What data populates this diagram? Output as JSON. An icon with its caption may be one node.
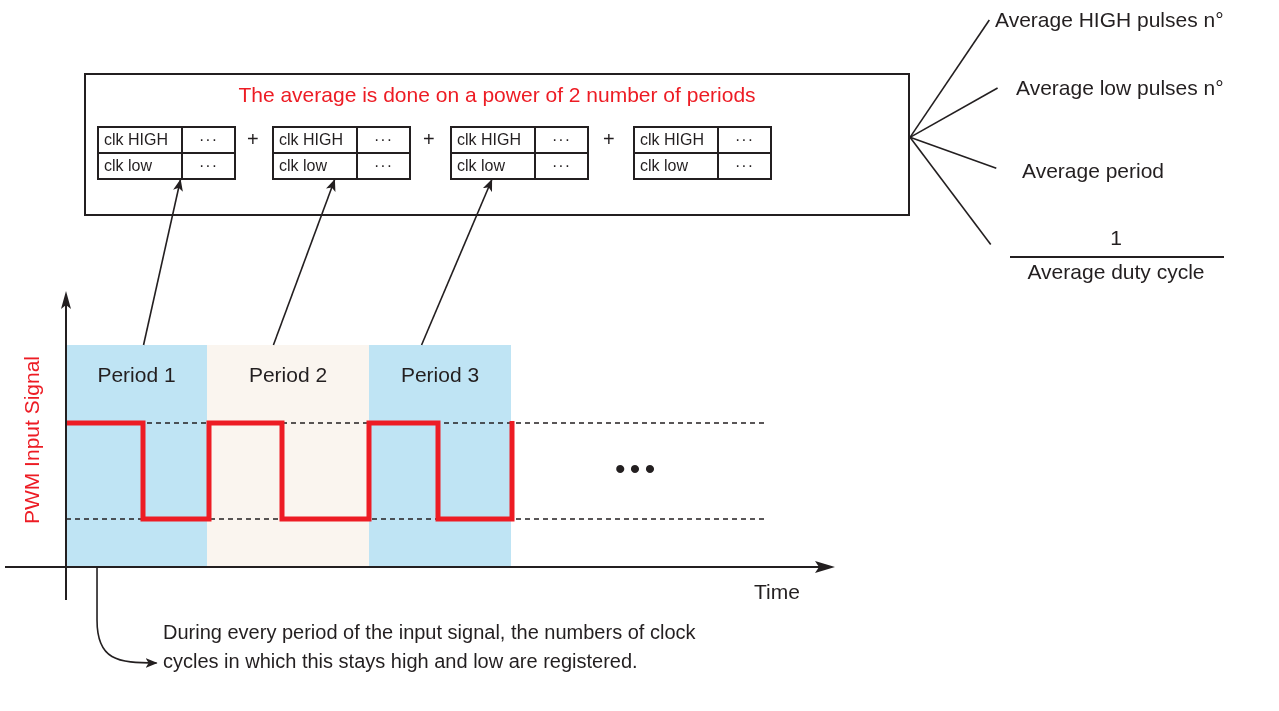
{
  "diagram": {
    "nodes": [
      {
        "text": [
          "The average is done on a power of 2 number of periods"
        ]
      },
      {
        "text": [
          "clk HIGH",
          "···",
          "clk low",
          "···"
        ],
        "in": 0
      },
      {
        "text": [
          "clk HIGH",
          "···",
          "clk low",
          "···"
        ],
        "in": 0
      },
      {
        "text": [
          "clk HIGH",
          "···",
          "clk low",
          "···"
        ],
        "in": 0
      },
      {
        "text": [
          "clk HIGH",
          "···",
          "clk low",
          "···"
        ],
        "in": 0
      },
      {
        "text": [
          "Period 1"
        ]
      },
      {
        "text": [
          "Period 2"
        ]
      },
      {
        "text": [
          "Period 3"
        ]
      },
      {
        "text": [
          "Average HIGH pulses n°"
        ]
      },
      {
        "text": [
          "Average low pulses n°"
        ]
      },
      {
        "text": [
          "Average period"
        ]
      },
      {
        "text": [
          "1",
          "Average duty cycle"
        ]
      },
      {
        "text": [
          "During every period of the input signal, the numbers of clock cycles in which this stays high and low are registered."
        ]
      }
    ],
    "edges": [
      {
        "from": 5,
        "to": 1,
        "arrow": "to"
      },
      {
        "from": 6,
        "to": 2,
        "arrow": "to"
      },
      {
        "from": 7,
        "to": 3,
        "arrow": "to"
      },
      {
        "from": 0,
        "to": 8,
        "arrow": "none"
      },
      {
        "from": 0,
        "to": 9,
        "arrow": "none"
      },
      {
        "from": 0,
        "to": 10,
        "arrow": "none"
      },
      {
        "from": 0,
        "to": 11,
        "arrow": "none"
      },
      {
        "from": 5,
        "to": 12,
        "arrow": "to"
      }
    ],
    "labels": [
      "+",
      "+",
      "+",
      "PWM Input Signal",
      "Time",
      "• • •"
    ]
  }
}
